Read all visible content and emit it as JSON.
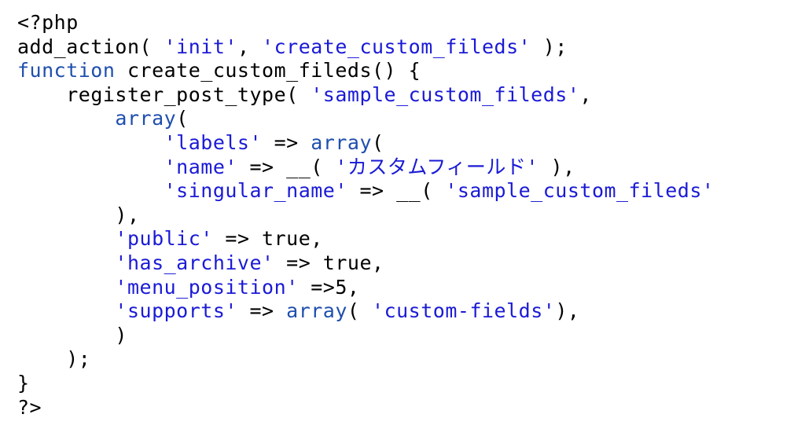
{
  "colors": {
    "background": "#ffffff",
    "plain": "#000000",
    "string": "#1a1ad6",
    "keyword": "#1f4fae"
  },
  "code": {
    "lines": [
      {
        "indent": "",
        "tokens": [
          {
            "t": "plain",
            "v": "<?php"
          }
        ]
      },
      {
        "indent": "",
        "tokens": [
          {
            "t": "plain",
            "v": "add_action( "
          },
          {
            "t": "str",
            "v": "'init'"
          },
          {
            "t": "plain",
            "v": ", "
          },
          {
            "t": "str",
            "v": "'create_custom_fileds'"
          },
          {
            "t": "plain",
            "v": " );"
          }
        ]
      },
      {
        "indent": "",
        "tokens": [
          {
            "t": "kw",
            "v": "function"
          },
          {
            "t": "plain",
            "v": " create_custom_fileds() {"
          }
        ]
      },
      {
        "indent": "    ",
        "tokens": [
          {
            "t": "plain",
            "v": "register_post_type( "
          },
          {
            "t": "str",
            "v": "'sample_custom_fileds'"
          },
          {
            "t": "plain",
            "v": ","
          }
        ]
      },
      {
        "indent": "        ",
        "tokens": [
          {
            "t": "kw",
            "v": "array"
          },
          {
            "t": "plain",
            "v": "("
          }
        ]
      },
      {
        "indent": "            ",
        "tokens": [
          {
            "t": "str",
            "v": "'labels'"
          },
          {
            "t": "plain",
            "v": " => "
          },
          {
            "t": "kw",
            "v": "array"
          },
          {
            "t": "plain",
            "v": "("
          }
        ]
      },
      {
        "indent": "            ",
        "tokens": [
          {
            "t": "str",
            "v": "'name'"
          },
          {
            "t": "plain",
            "v": " => __( "
          },
          {
            "t": "str",
            "v": "'カスタムフィールド'"
          },
          {
            "t": "plain",
            "v": " ),"
          }
        ]
      },
      {
        "indent": "            ",
        "tokens": [
          {
            "t": "str",
            "v": "'singular_name'"
          },
          {
            "t": "plain",
            "v": " => __( "
          },
          {
            "t": "str",
            "v": "'sample_custom_fileds'"
          }
        ]
      },
      {
        "indent": "        ",
        "tokens": [
          {
            "t": "plain",
            "v": "),"
          }
        ]
      },
      {
        "indent": "        ",
        "tokens": [
          {
            "t": "str",
            "v": "'public'"
          },
          {
            "t": "plain",
            "v": " => true,"
          }
        ]
      },
      {
        "indent": "        ",
        "tokens": [
          {
            "t": "str",
            "v": "'has_archive'"
          },
          {
            "t": "plain",
            "v": " => true,"
          }
        ]
      },
      {
        "indent": "        ",
        "tokens": [
          {
            "t": "str",
            "v": "'menu_position'"
          },
          {
            "t": "plain",
            "v": " =>5,"
          }
        ]
      },
      {
        "indent": "        ",
        "tokens": [
          {
            "t": "str",
            "v": "'supports'"
          },
          {
            "t": "plain",
            "v": " => "
          },
          {
            "t": "kw",
            "v": "array"
          },
          {
            "t": "plain",
            "v": "( "
          },
          {
            "t": "str",
            "v": "'custom-fields'"
          },
          {
            "t": "plain",
            "v": "),"
          }
        ]
      },
      {
        "indent": "        ",
        "tokens": [
          {
            "t": "plain",
            "v": ")"
          }
        ]
      },
      {
        "indent": "    ",
        "tokens": [
          {
            "t": "plain",
            "v": ");"
          }
        ]
      },
      {
        "indent": "",
        "tokens": [
          {
            "t": "plain",
            "v": "}"
          }
        ]
      },
      {
        "indent": "",
        "tokens": [
          {
            "t": "plain",
            "v": "?>"
          }
        ]
      }
    ]
  }
}
